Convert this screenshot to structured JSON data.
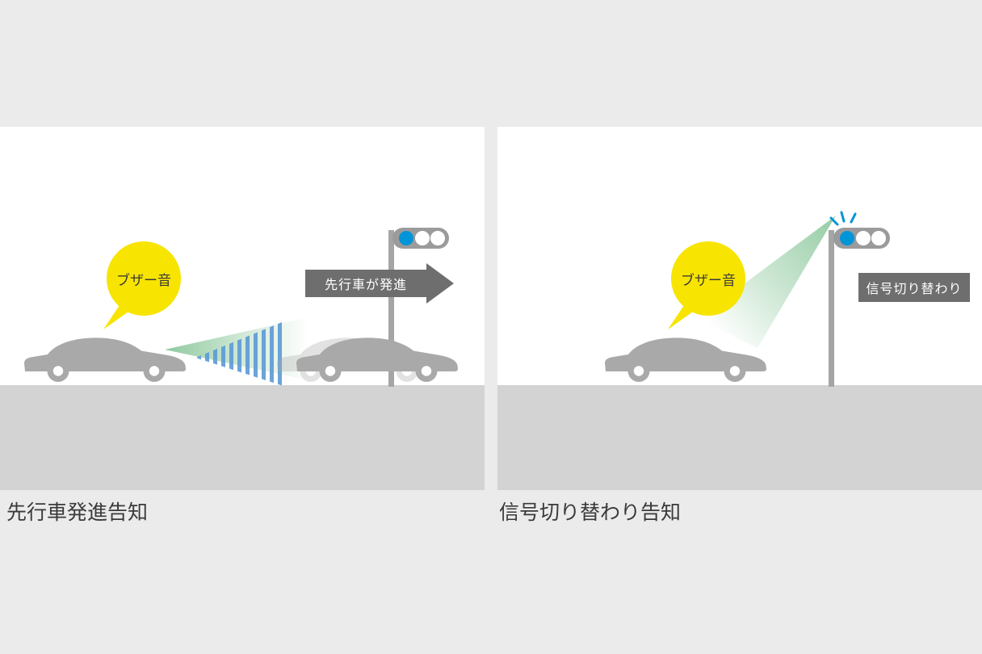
{
  "colors": {
    "page_bg": "#ebebeb",
    "panel_bg": "#ffffff",
    "road_gray": "#d3d3d3",
    "car_gray": "#a9a9a9",
    "bubble_yellow": "#f7e400",
    "label_gray": "#6e6e6e",
    "signal_blue": "#0095d8",
    "beam_green": "#7cc08e",
    "wave_blue": "#5b9bd5",
    "pole_gray": "#a5a5a5",
    "housing_gray": "#9b9b9b",
    "text_dark": "#3a3a3a",
    "label_text": "#ffffff"
  },
  "left_panel": {
    "caption": "先行車発進告知",
    "bubble_label": "ブザー音",
    "arrow_label": "先行車が発進"
  },
  "right_panel": {
    "caption": "信号切り替わり告知",
    "bubble_label": "ブザー音",
    "signal_label": "信号切り替わり"
  }
}
